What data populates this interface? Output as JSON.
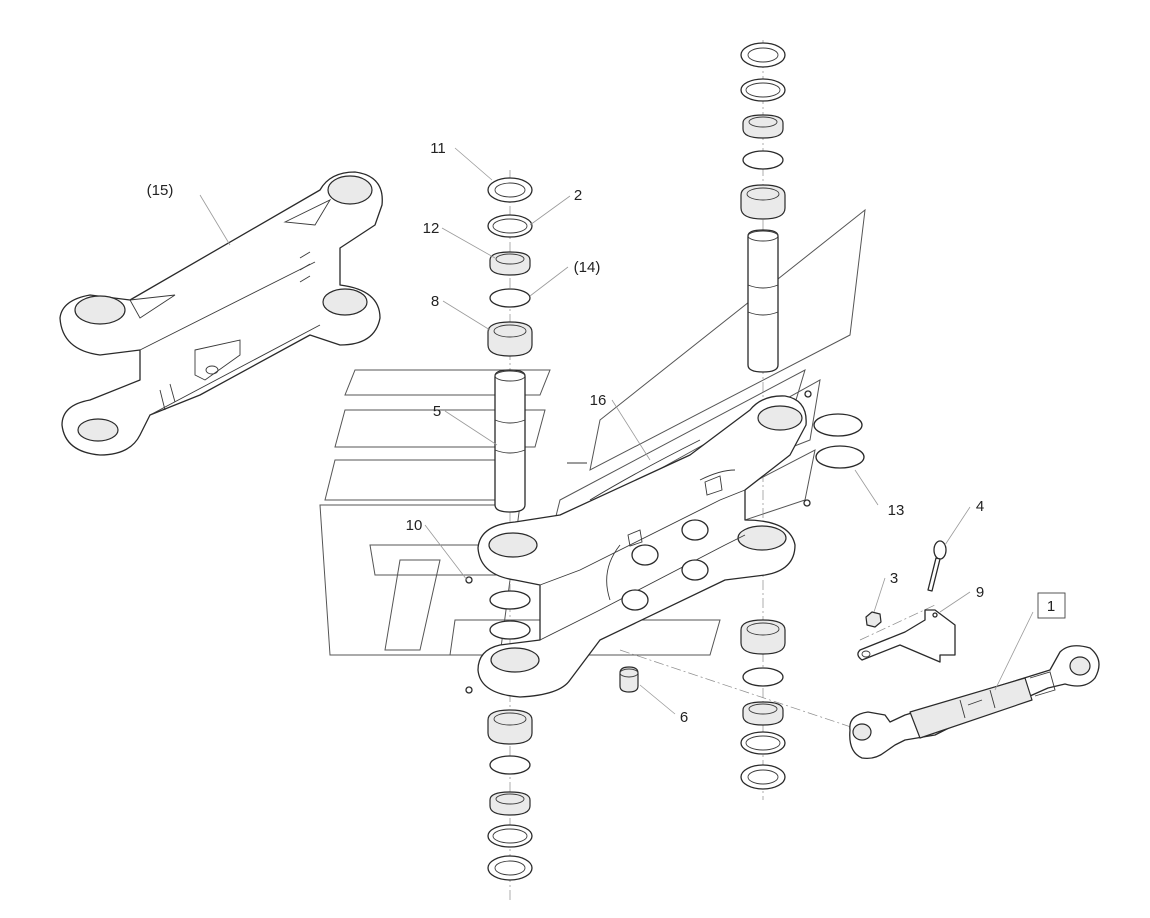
{
  "diagram": {
    "callouts": {
      "c1": "1",
      "c2": "2",
      "c3": "3",
      "c4": "4",
      "c5": "5",
      "c6": "6",
      "c8": "8",
      "c9": "9",
      "c10": "10",
      "c11": "11",
      "c12": "12",
      "c13": "13",
      "c14": "(14)",
      "c15": "(15)",
      "c16": "16"
    }
  }
}
